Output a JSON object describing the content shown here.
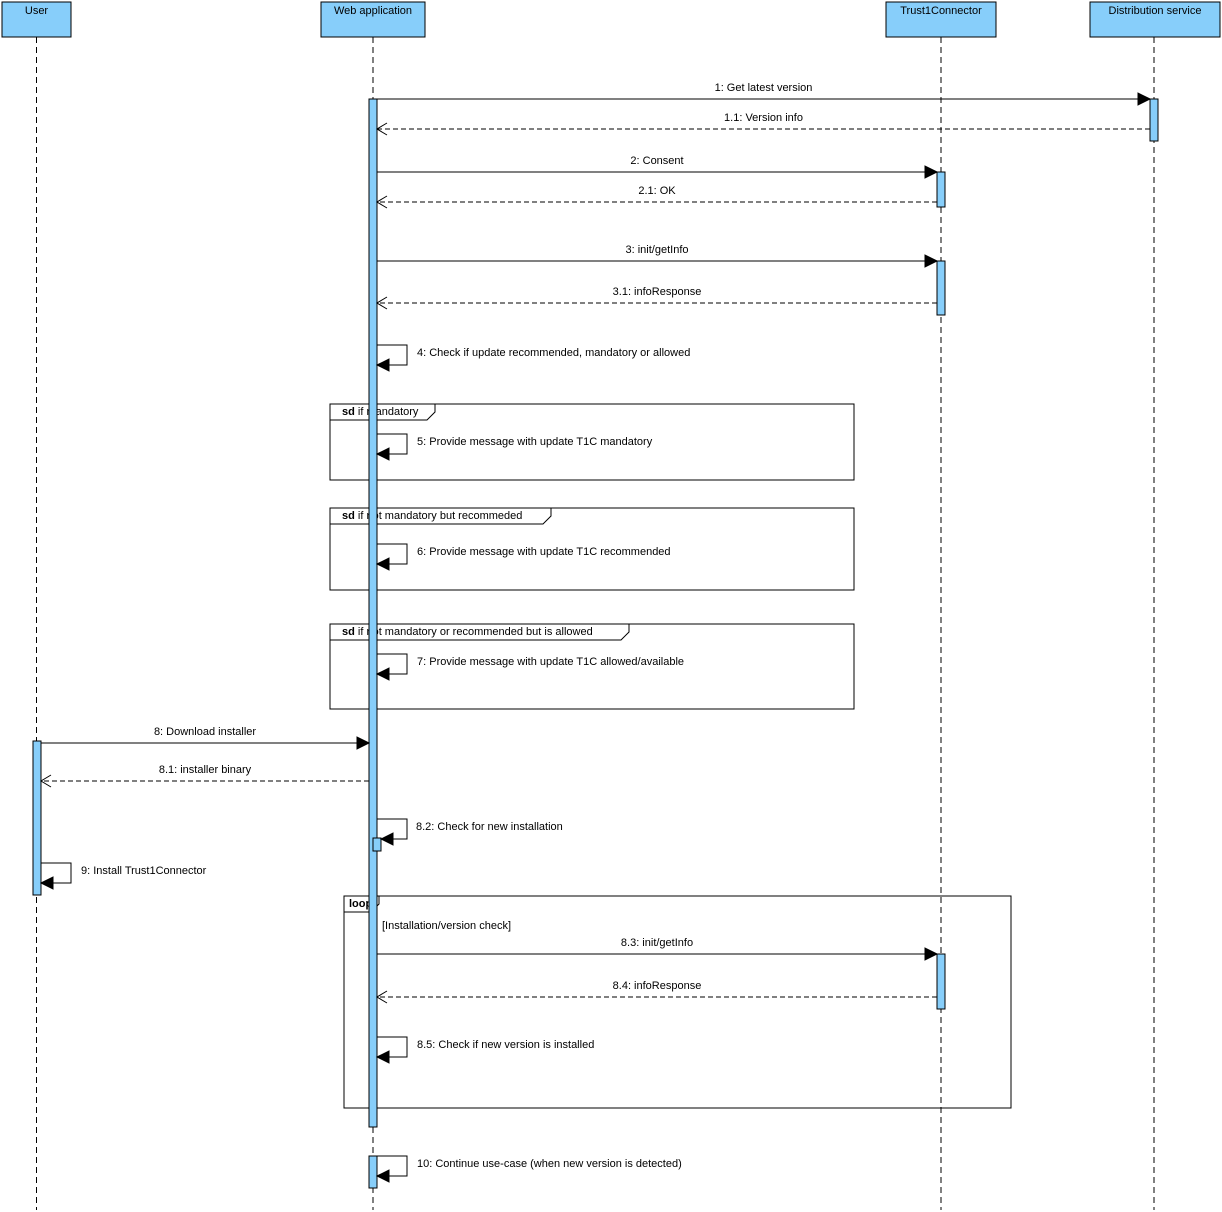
{
  "lifelines": [
    {
      "id": "user",
      "label": "User"
    },
    {
      "id": "web",
      "label": "Web application"
    },
    {
      "id": "t1c",
      "label": "Trust1Connector"
    },
    {
      "id": "dist",
      "label": "Distribution service"
    }
  ],
  "messages": [
    {
      "id": "m1",
      "label": "1: Get latest version",
      "from": "web",
      "to": "dist",
      "kind": "sync"
    },
    {
      "id": "m1_1",
      "label": "1.1: Version info",
      "from": "dist",
      "to": "web",
      "kind": "return"
    },
    {
      "id": "m2",
      "label": "2: Consent",
      "from": "web",
      "to": "t1c",
      "kind": "sync"
    },
    {
      "id": "m2_1",
      "label": "2.1: OK",
      "from": "t1c",
      "to": "web",
      "kind": "return"
    },
    {
      "id": "m3",
      "label": "3: init/getInfo",
      "from": "web",
      "to": "t1c",
      "kind": "sync"
    },
    {
      "id": "m3_1",
      "label": "3.1: infoResponse",
      "from": "t1c",
      "to": "web",
      "kind": "return"
    },
    {
      "id": "m4",
      "label": "4: Check if update recommended, mandatory or allowed",
      "from": "web",
      "to": "web",
      "kind": "self"
    },
    {
      "id": "m5",
      "label": "5: Provide message with update T1C mandatory",
      "from": "web",
      "to": "web",
      "kind": "self"
    },
    {
      "id": "m6",
      "label": "6: Provide message with update T1C recommended",
      "from": "web",
      "to": "web",
      "kind": "self"
    },
    {
      "id": "m7",
      "label": "7: Provide message with update T1C allowed/available",
      "from": "web",
      "to": "web",
      "kind": "self"
    },
    {
      "id": "m8",
      "label": "8: Download installer",
      "from": "user",
      "to": "web",
      "kind": "sync"
    },
    {
      "id": "m8_1",
      "label": "8.1: installer binary",
      "from": "web",
      "to": "user",
      "kind": "return"
    },
    {
      "id": "m8_2",
      "label": "8.2: Check for new installation",
      "from": "web",
      "to": "web",
      "kind": "self"
    },
    {
      "id": "m9",
      "label": "9: Install Trust1Connector",
      "from": "user",
      "to": "user",
      "kind": "self"
    },
    {
      "id": "m8_3",
      "label": "8.3: init/getInfo",
      "from": "web",
      "to": "t1c",
      "kind": "sync"
    },
    {
      "id": "m8_4",
      "label": "8.4: infoResponse",
      "from": "t1c",
      "to": "web",
      "kind": "return"
    },
    {
      "id": "m8_5",
      "label": "8.5: Check if new version is installed",
      "from": "web",
      "to": "web",
      "kind": "self"
    },
    {
      "id": "m10",
      "label": "10: Continue use-case (when new version is detected)",
      "from": "web",
      "to": "web",
      "kind": "self"
    }
  ],
  "fragments": [
    {
      "id": "f_mandatory",
      "keyword": "sd",
      "condition": "if mandatory"
    },
    {
      "id": "f_recommended",
      "keyword": "sd",
      "condition": "if not mandatory but recommeded"
    },
    {
      "id": "f_allowed",
      "keyword": "sd",
      "condition": "if not mandatory or recommended but is allowed"
    },
    {
      "id": "f_loop",
      "keyword": "loop",
      "condition": "",
      "guard": "[Installation/version check]"
    }
  ],
  "colors": {
    "lifeline_fill": "#87cefa",
    "line": "#000000",
    "background": "#ffffff"
  }
}
